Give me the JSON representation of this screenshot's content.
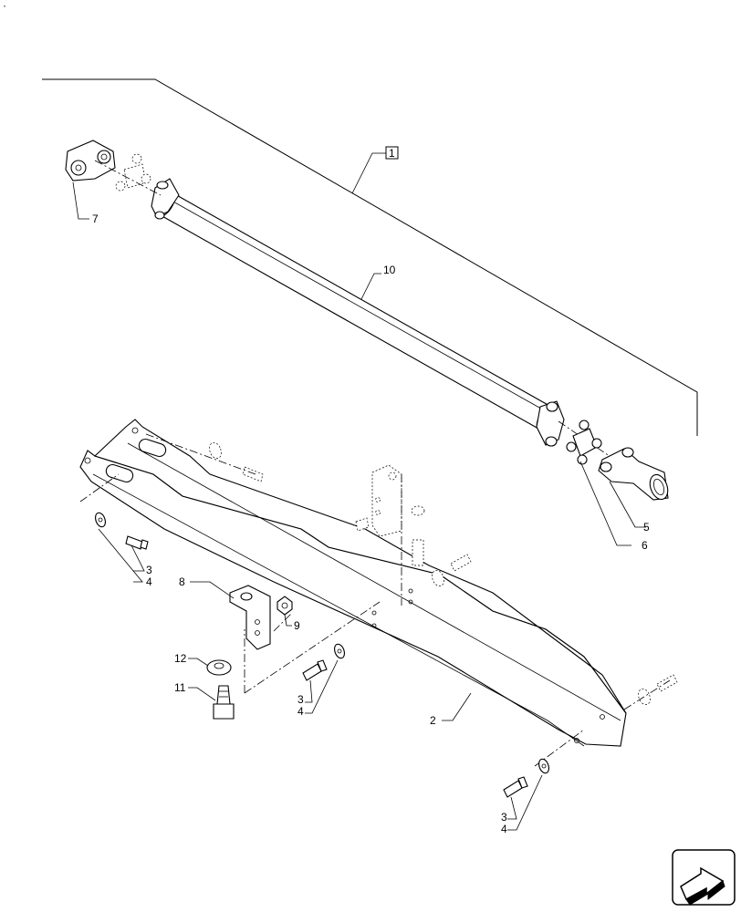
{
  "corner_mark": "·",
  "assembly": {
    "ref": "1"
  },
  "callouts": {
    "driveshaft": "10",
    "flange_yoke_front": "7",
    "slip_yoke_rear": "5",
    "universal_joint_rear": "6",
    "guard": "2",
    "bracket": "8",
    "nut": "9",
    "washer_large": "12",
    "bolt_large": "11",
    "bolt_left": "3",
    "washer_left": "4",
    "bolt_center": "3",
    "washer_center": "4",
    "bolt_bottom": "3",
    "washer_bottom": "4"
  },
  "icons": {
    "navigation": "next-page-arrow-icon"
  }
}
